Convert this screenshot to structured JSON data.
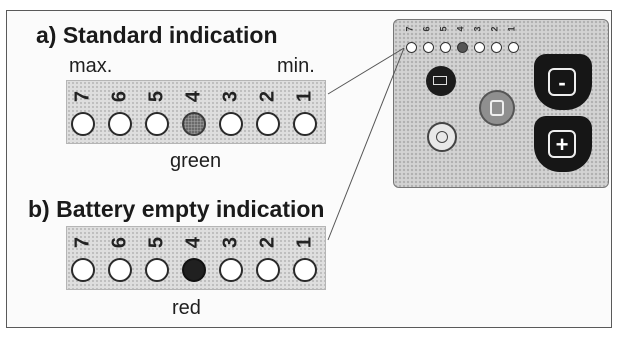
{
  "section_a": {
    "heading": "a)  Standard indication",
    "max_label": "max.",
    "min_label": "min.",
    "color_label": "green",
    "numbers": [
      "7",
      "6",
      "5",
      "4",
      "3",
      "2",
      "1"
    ],
    "active_led": "4",
    "active_color": "#7a7a7a"
  },
  "section_b": {
    "heading": "b)  Battery empty indication",
    "color_label": "red",
    "numbers": [
      "7",
      "6",
      "5",
      "4",
      "3",
      "2",
      "1"
    ],
    "active_led": "4",
    "active_color": "#202020"
  },
  "panel": {
    "numbers": [
      "7",
      "6",
      "5",
      "4",
      "3",
      "2",
      "1"
    ],
    "minus_label": "-",
    "plus_label": "+",
    "icons": [
      "battery-icon",
      "save-icon",
      "dial-icon",
      "minus-icon",
      "plus-icon"
    ]
  }
}
